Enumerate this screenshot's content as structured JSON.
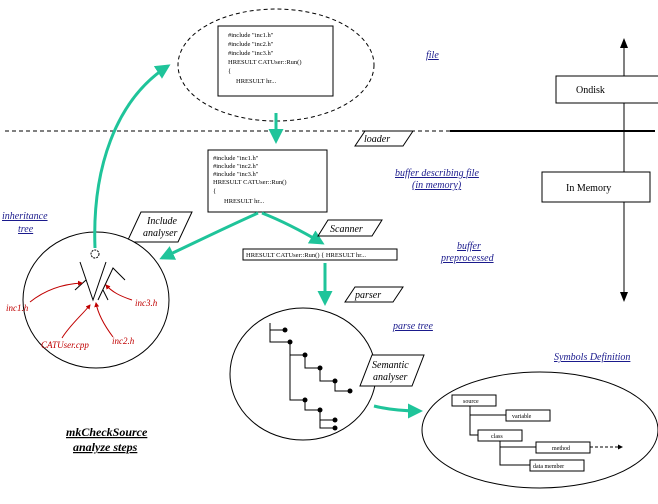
{
  "file_code": [
    "#include \"inc1.h\"",
    "#include \"inc2.h\"",
    "#include \"inc3.h\"",
    "HRESULT CATUser::Run()",
    "{",
    "HRESULT hr..."
  ],
  "file_label": "file",
  "buffer_code": [
    "#include \"inc1.h\"",
    "#include \"inc2.h\"",
    "#include \"inc3.h\"",
    "HRESULT CATUser::Run()",
    "{",
    "HRESULT hr..."
  ],
  "buffer_label_1": "buffer describing file",
  "buffer_label_2": "(in memory)",
  "loader": "loader",
  "scanner": "Scanner",
  "include_analyser_1": "Include",
  "include_analyser_2": "analyser",
  "preprocessed_code": "HRESULT CATUser::Run() { HRESULT hr...",
  "preprocessed_label_1": "buffer",
  "preprocessed_label_2": "preprocessed",
  "parser": "parser",
  "parse_tree": "parse tree",
  "semantic_1": "Semantic",
  "semantic_2": "analyser",
  "symbols": "Symbols Definition",
  "symbol_nodes": {
    "source": "source",
    "variable": "variable",
    "class": "class",
    "method": "method",
    "data_member": "data member"
  },
  "inheritance_1": "inheritance",
  "inheritance_2": "tree",
  "inc1": "inc1.h",
  "inc2": "inc2.h",
  "inc3": "inc3.h",
  "cpp": "CATUser.cpp",
  "ondisk": "Ondisk",
  "inmemory": "In Memory",
  "title_1": "mkCheckSource",
  "title_2": "analyze steps",
  "colors": {
    "arrow": "#1fc49a",
    "red": "#c00000",
    "blue": "#1a1a8c"
  }
}
